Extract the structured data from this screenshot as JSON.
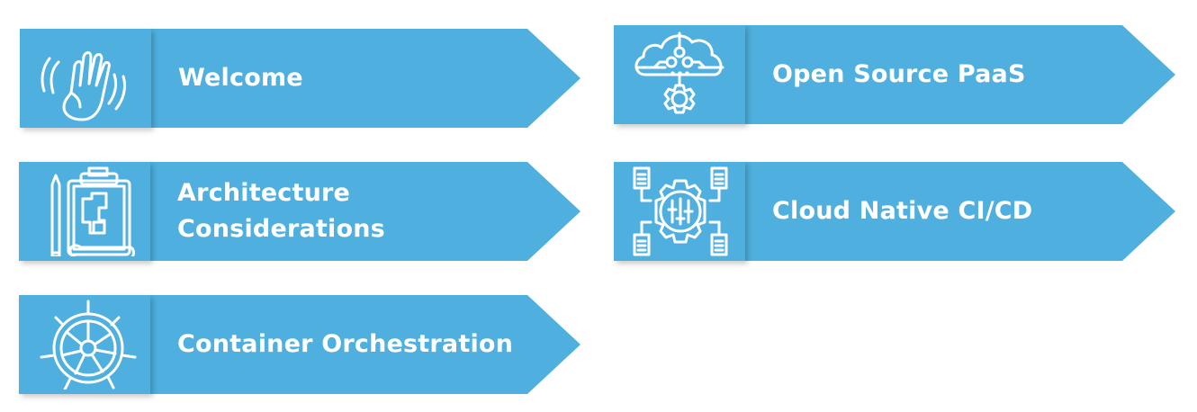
{
  "theme": {
    "card_color": "#4FB0DF",
    "text_color": "#FFFFFF"
  },
  "cards": [
    {
      "label": "Welcome",
      "icon": "waving-hand-icon"
    },
    {
      "label": "Architecture\nConsiderations",
      "icon": "blueprint-clipboard-icon"
    },
    {
      "label": "Container Orchestration",
      "icon": "ship-wheel-icon"
    },
    {
      "label": "Open Source PaaS",
      "icon": "cloud-gear-icon"
    },
    {
      "label": "Cloud Native CI/CD",
      "icon": "gear-pipeline-icon"
    }
  ]
}
